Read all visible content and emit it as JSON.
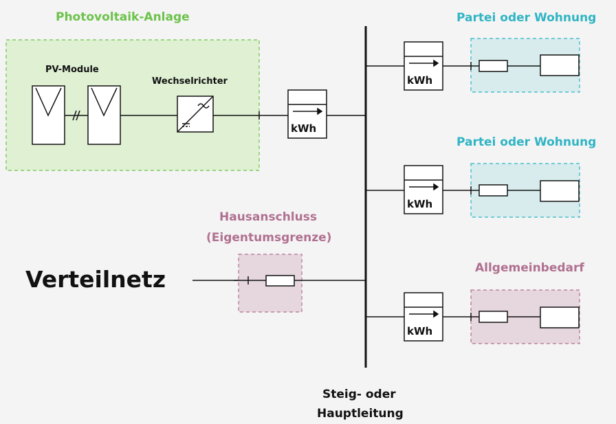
{
  "labels": {
    "pv_system": "Photovoltaik-Anlage",
    "pv_modules": "PV-Module",
    "inverter": "Wechselrichter",
    "grid": "Verteilnetz",
    "house_connection_line1": "Hausanschluss",
    "house_connection_line2": "(Eigentumsgrenze)",
    "riser_line1": "Steig- oder",
    "riser_line2": "Hauptleitung",
    "unit_1": "Partei oder Wohnung",
    "unit_2": "Partei oder Wohnung",
    "common": "Allgemeinbedarf",
    "meter_unit": "kWh"
  },
  "colors": {
    "pv_accent": "#6cc24a",
    "pv_fill": "#dff0d3",
    "unit_accent": "#2fb4c4",
    "unit_fill": "#d8ecee",
    "common_accent": "#b07090",
    "common_fill": "#e6d6de"
  }
}
